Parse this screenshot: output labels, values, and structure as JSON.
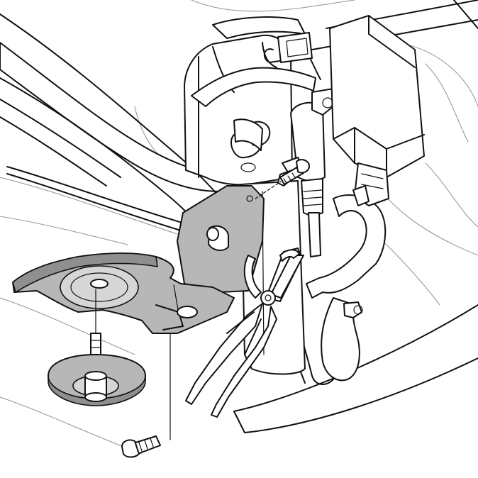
{
  "figure": {
    "kind": "technical line illustration",
    "colors": {
      "line": "#111111",
      "background": "#ffffff",
      "highlight_part": "#b7b7b7",
      "background_detail": "#9a9a9a"
    },
    "parts": [
      {
        "name": "heat-shield-bracket",
        "highlighted": true
      },
      {
        "name": "rubber-grommet-mount",
        "highlighted": true
      },
      {
        "name": "mounting-bolt",
        "highlighted": false
      },
      {
        "name": "hose-clamp-pliers",
        "highlighted": false
      },
      {
        "name": "coolant-hoses",
        "highlighted": false
      },
      {
        "name": "valve-unit",
        "highlighted": false
      },
      {
        "name": "electrical-connector",
        "highlighted": false
      },
      {
        "name": "control-module",
        "highlighted": false
      }
    ],
    "callouts": [
      {
        "name": "grommet-alignment-line",
        "style": "thin-line"
      },
      {
        "name": "bolt-alignment-line",
        "style": "thin-line"
      }
    ]
  }
}
